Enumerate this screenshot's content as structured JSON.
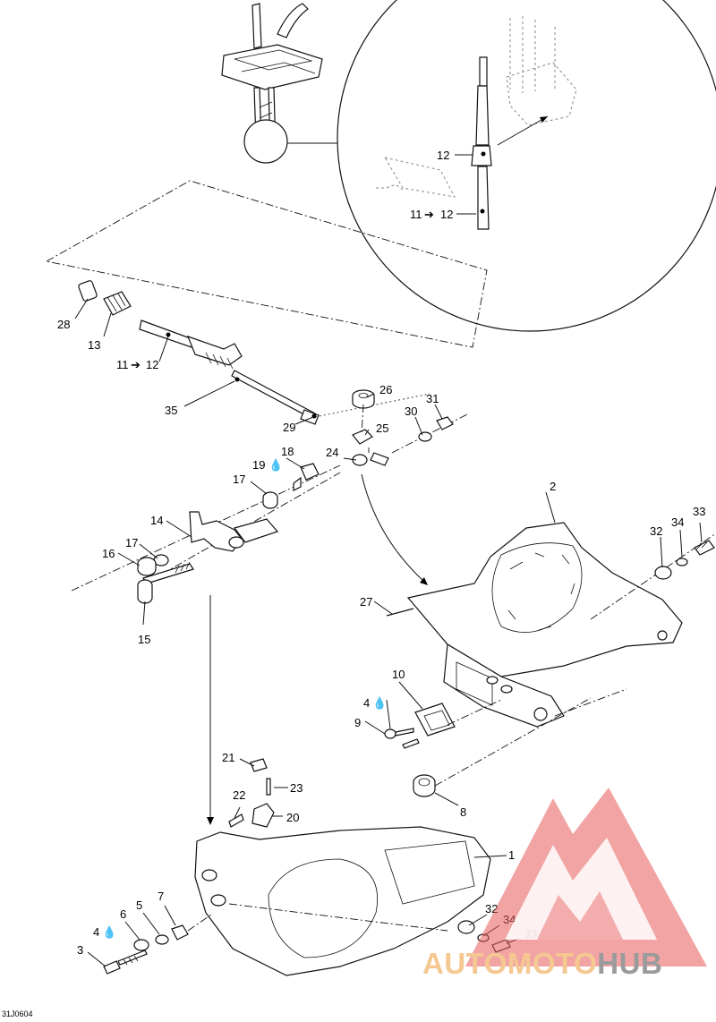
{
  "diagram": {
    "reference_code": "31J0604",
    "watermark": {
      "brand_part1": "AUTOMOTO",
      "brand_part2": "HUB",
      "colors": {
        "logo": "#e85a5a",
        "brand_part1": "#f5c892",
        "brand_part2": "#9b9b9b"
      }
    },
    "callouts": {
      "c1": "1",
      "c2": "2",
      "c3": "3",
      "c4_left": "4",
      "c4_mid": "4",
      "c5": "5",
      "c6": "6",
      "c7": "7",
      "c8": "8",
      "c9": "9",
      "c10": "10",
      "c11_inset": "11",
      "c11_main": "11",
      "c12_inset": "12",
      "c12_inset_b": "12",
      "c12_main": "12",
      "c13": "13",
      "c14": "14",
      "c15": "15",
      "c16": "16",
      "c17_upper": "17",
      "c17_lower": "17",
      "c18": "18",
      "c19": "19",
      "c20": "20",
      "c21": "21",
      "c22": "22",
      "c23": "23",
      "c24": "24",
      "c25": "25",
      "c26": "26",
      "c27": "27",
      "c28": "28",
      "c29": "29",
      "c30": "30",
      "c31": "31",
      "c32_upper": "32",
      "c32_lower": "32",
      "c33_upper": "33",
      "c33_lower": "33",
      "c34_upper": "34",
      "c34_lower": "34",
      "c35": "35"
    },
    "icons": {
      "replaced_by": "arrow-right-icon",
      "apply_liquid": "droplet-icon"
    }
  }
}
